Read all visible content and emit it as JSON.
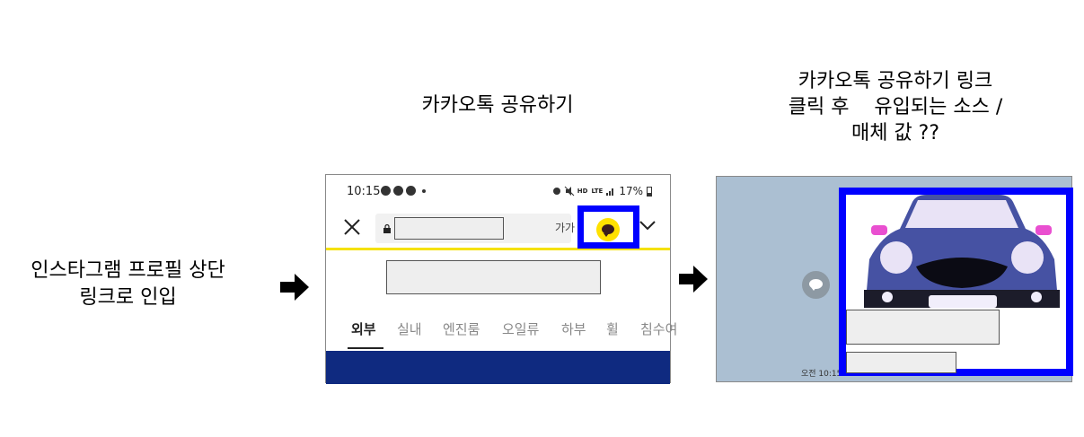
{
  "step1": {
    "lines": [
      "인스타그램 프로필 상단",
      "링크로 인입"
    ]
  },
  "step2": {
    "title": "카카오톡 공유하기",
    "status_bar": {
      "time": "10:15",
      "app_icons": [
        "talk-icon",
        "facebook-icon",
        "noodle-icon",
        "dot-icon"
      ],
      "right_icons": [
        "alarm-icon",
        "mute-icon",
        "hd-icon",
        "lte-icon",
        "signal-icon"
      ],
      "hd_label": "HD",
      "lte_label": "LTE",
      "battery": "17%"
    },
    "top_bar": {
      "font_size_label": "가가"
    },
    "tabs": [
      "외부",
      "실내",
      "엔진룸",
      "오일류",
      "하부",
      "휠",
      "침수여"
    ],
    "active_tab": "외부",
    "colors": {
      "highlight": "#0000ff",
      "kakao_yellow": "#ffe100",
      "footer": "#0f2a80",
      "accent_line": "#f5e100"
    }
  },
  "step3": {
    "title_lines": [
      "카카오톡 공유하기 링크",
      "클릭 후    유입되는 소스 /",
      "매체 값 ??"
    ],
    "chat_time": "오전 10:15",
    "colors": {
      "chat_bg": "#abbfd2",
      "car_body": "#4652a3",
      "highlight": "#0000ff"
    }
  }
}
